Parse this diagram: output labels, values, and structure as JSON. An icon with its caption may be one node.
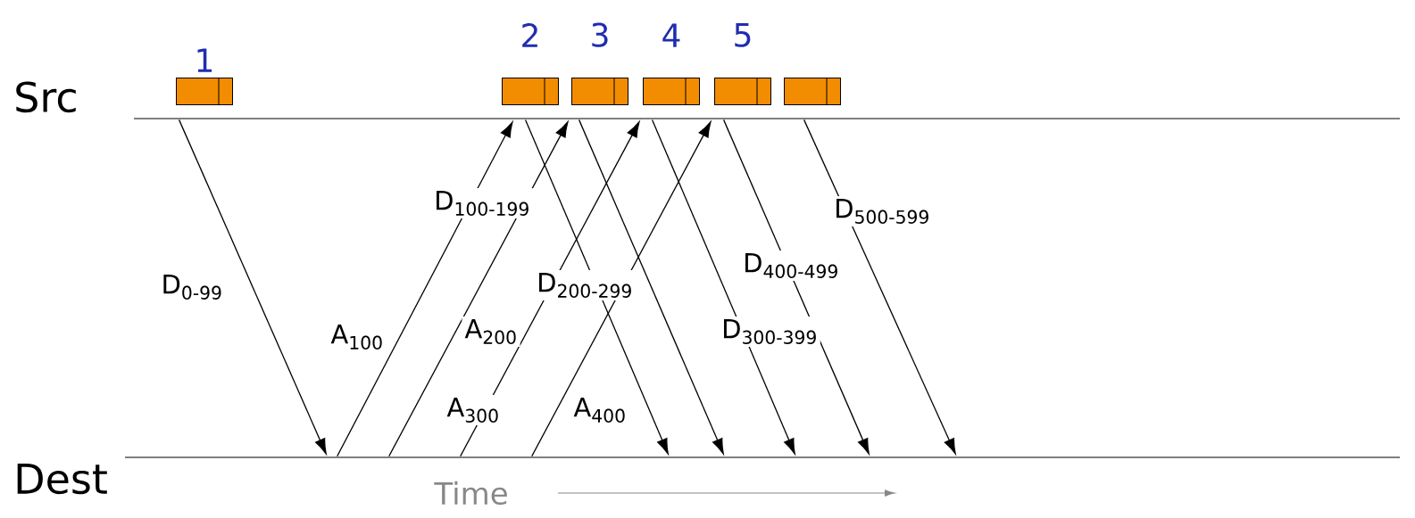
{
  "diagram": {
    "nodes": [
      {
        "text": [
          "Src"
        ]
      },
      {
        "text": [
          "Dest"
        ]
      },
      {
        "text": [
          "1"
        ]
      },
      {
        "text": [
          "2"
        ]
      },
      {
        "text": [
          "3"
        ]
      },
      {
        "text": [
          "4"
        ]
      },
      {
        "text": [
          "5"
        ]
      },
      {
        "text": [],
        "shape": "box"
      }
    ],
    "edges": [
      {
        "from": 0,
        "to": 1,
        "arrow": "to",
        "label": "D$_{0-99}$"
      },
      {
        "from": 1,
        "to": 0,
        "arrow": "to",
        "label": "A$_{100}$"
      },
      {
        "from": 0,
        "to": 1,
        "arrow": "to",
        "label": "D$_{100-199}$"
      },
      {
        "from": 1,
        "to": 0,
        "arrow": "to",
        "label": "A$_{200}$"
      },
      {
        "from": 0,
        "to": 1,
        "arrow": "to",
        "label": "D$_{200-299}$"
      },
      {
        "from": 1,
        "to": 0,
        "arrow": "to",
        "label": "A$_{300}$"
      },
      {
        "from": 0,
        "to": 1,
        "arrow": "to",
        "label": "D$_{300-399}$"
      },
      {
        "from": 1,
        "to": 0,
        "arrow": "to",
        "label": "A$_{400}$"
      },
      {
        "from": 0,
        "to": 1,
        "arrow": "to",
        "label": "D$_{400-499}$"
      },
      {
        "from": 0,
        "to": 1,
        "arrow": "to",
        "label": "D$_{500-599}$"
      }
    ],
    "labels": [
      "Time"
    ]
  }
}
